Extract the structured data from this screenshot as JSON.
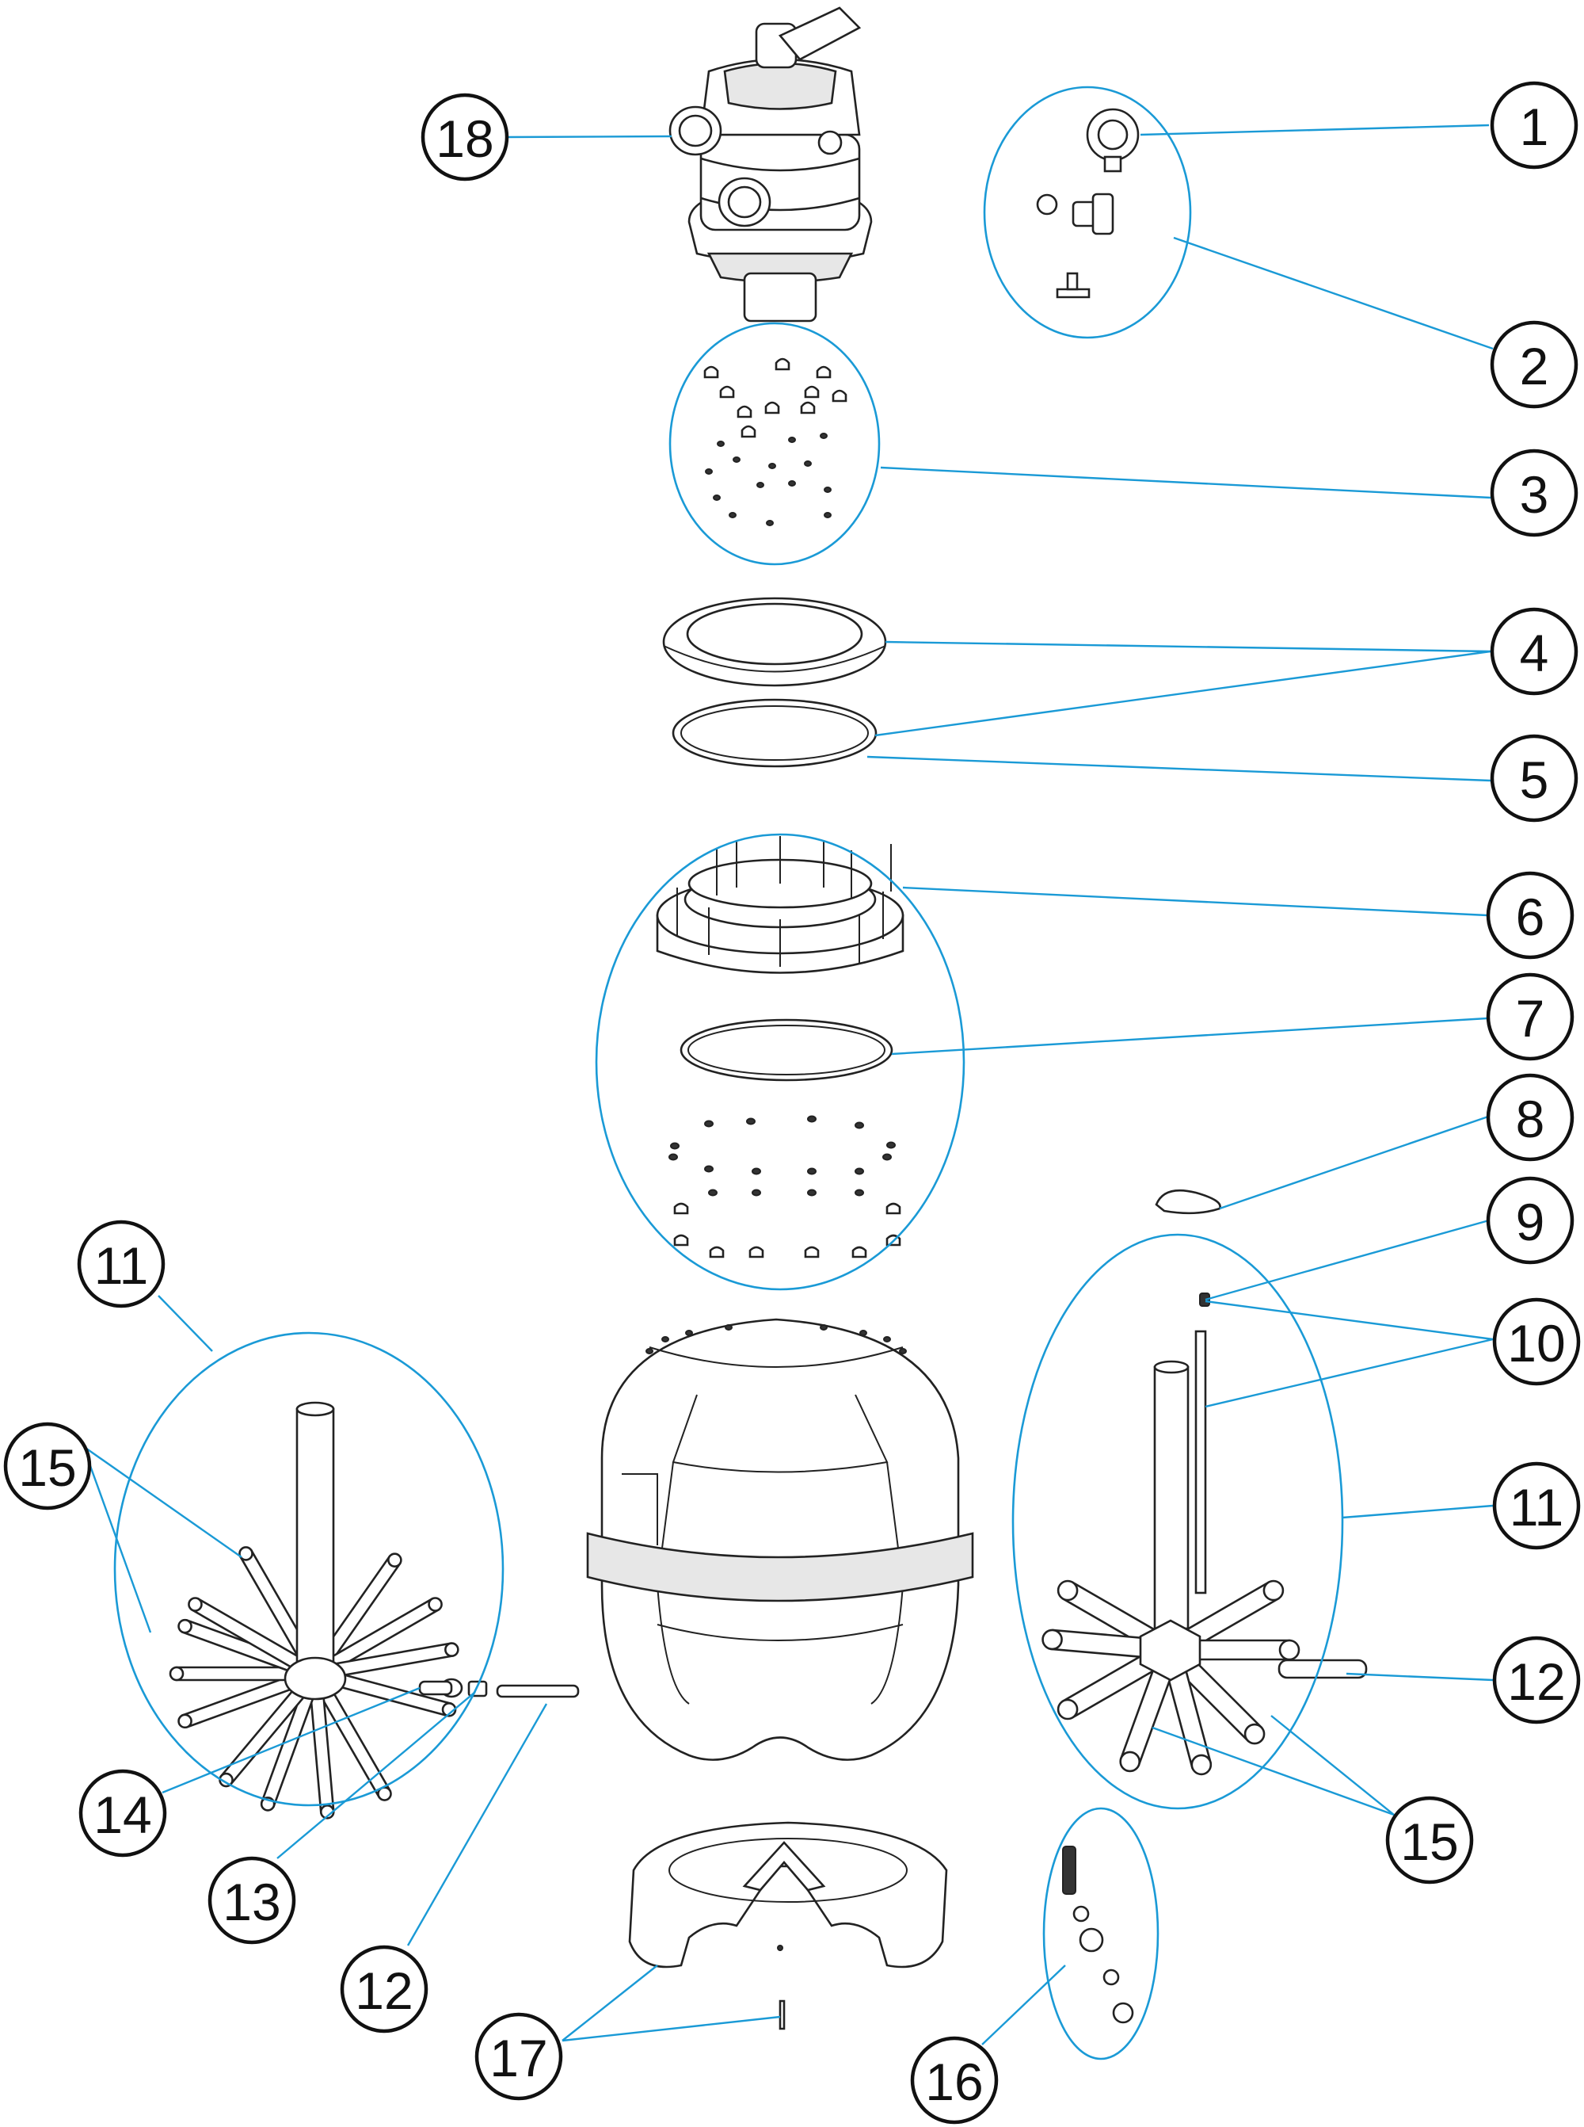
{
  "callouts": [
    {
      "id": "c1",
      "number": "1"
    },
    {
      "id": "c2",
      "number": "2"
    },
    {
      "id": "c3",
      "number": "3"
    },
    {
      "id": "c4",
      "number": "4"
    },
    {
      "id": "c5",
      "number": "5"
    },
    {
      "id": "c6",
      "number": "6"
    },
    {
      "id": "c7",
      "number": "7"
    },
    {
      "id": "c8",
      "number": "8"
    },
    {
      "id": "c9",
      "number": "9"
    },
    {
      "id": "c10",
      "number": "10"
    },
    {
      "id": "c11-right",
      "number": "11"
    },
    {
      "id": "c12-right",
      "number": "12"
    },
    {
      "id": "c15-right",
      "number": "15"
    },
    {
      "id": "c16",
      "number": "16"
    },
    {
      "id": "c17",
      "number": "17"
    },
    {
      "id": "c18",
      "number": "18"
    },
    {
      "id": "c11-left",
      "number": "11"
    },
    {
      "id": "c15-left",
      "number": "15"
    },
    {
      "id": "c14",
      "number": "14"
    },
    {
      "id": "c13",
      "number": "13"
    },
    {
      "id": "c12-left",
      "number": "12"
    }
  ],
  "colors": {
    "leader": "#1a9ad6",
    "outline": "#222222",
    "background": "#ffffff"
  }
}
